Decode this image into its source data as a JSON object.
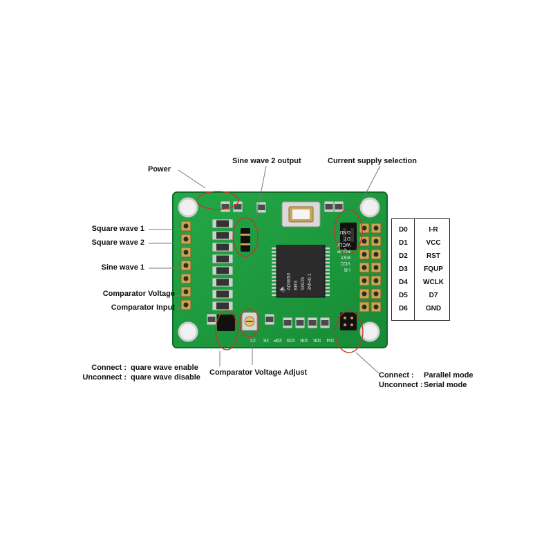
{
  "labels": {
    "power": "Power",
    "sine_wave_2_output": "Sine wave 2 output",
    "current_supply_selection": "Current supply selection",
    "square_wave_1": "Square wave 1",
    "square_wave_2": "Square wave 2",
    "sine_wave_1": "Sine wave 1",
    "comparator_voltage": "Comparator Voltage",
    "comparator_input": "Comparator Input",
    "comparator_voltage_adjust": "Comparator Voltage Adjust"
  },
  "square_wave_jumper": {
    "connect_label": "Connect :",
    "connect_value": "quare wave  enable",
    "unconnect_label": "Unconnect :",
    "unconnect_value": "quare wave disable"
  },
  "mode_jumper": {
    "connect_label": "Connect :",
    "connect_value": "Parallel mode",
    "unconnect_label": "Unconnect :",
    "unconnect_value": "Serial mode"
  },
  "pin_table": [
    {
      "code": "D0",
      "func": "I-R"
    },
    {
      "code": "D1",
      "func": "VCC"
    },
    {
      "code": "D2",
      "func": "RST"
    },
    {
      "code": "D3",
      "func": "FQUP"
    },
    {
      "code": "D4",
      "func": "WCLK"
    },
    {
      "code": "D5",
      "func": "D7"
    },
    {
      "code": "D6",
      "func": "GND"
    }
  ],
  "board": {
    "chip_lines": [
      "AD9850",
      "BRS",
      "SNO5",
      "3MH0.1"
    ],
    "right_silk": [
      "I-R",
      "VCC",
      "RST",
      "FQUP",
      "WCLK",
      "D7",
      "GND"
    ],
    "bottom_silk": [
      "2K",
      "2K",
      "20P",
      "10S",
      "10K",
      "10K",
      "104"
    ],
    "colors": {
      "pcb": "#1f9a3e",
      "pcb_dark": "#147a2e",
      "silk": "#e9f5e9",
      "annotation_circle": "#c0392b",
      "leader_line": "#7a7a7a"
    }
  }
}
